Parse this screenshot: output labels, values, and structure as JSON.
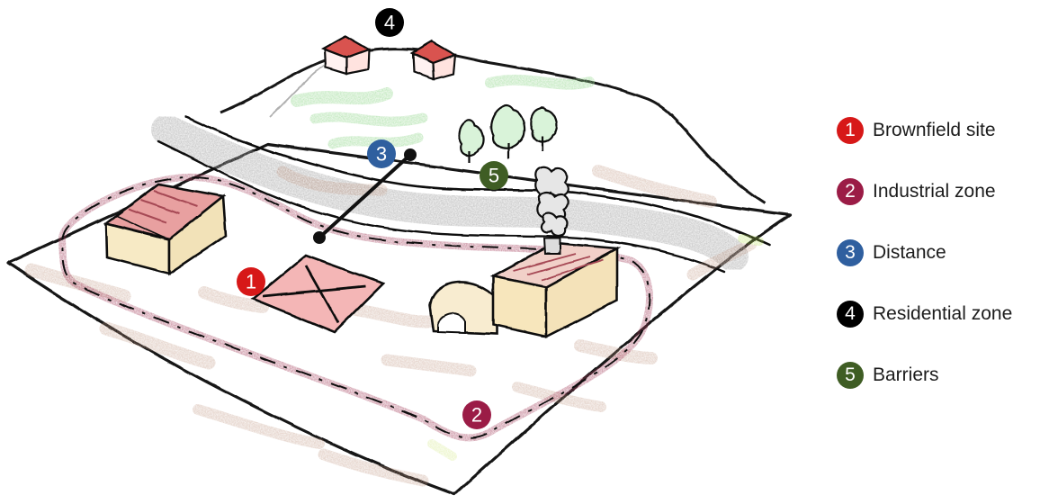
{
  "legend": [
    {
      "number": "1",
      "label": "Brownfield site",
      "color": "#d71818"
    },
    {
      "number": "2",
      "label": "Industrial zone",
      "color": "#9b1c46"
    },
    {
      "number": "3",
      "label": "Distance",
      "color": "#2f5f9f"
    },
    {
      "number": "4",
      "label": "Residential zone",
      "color": "#000000"
    },
    {
      "number": "5",
      "label": "Barriers",
      "color": "#3f5d24"
    }
  ],
  "map_badges": {
    "brownfield": "1",
    "industrial": "2",
    "distance": "3",
    "residential": "4",
    "barriers": "5"
  },
  "colors": {
    "sketch_line": "#111111",
    "road": "#a6a6a6",
    "industrial_boundary": "#a33d5a",
    "green": "#8ad08a",
    "brown_texture": "#c7a08a",
    "roof": "#c84a4a",
    "factory_fill": "#f4e4bd"
  },
  "icons": {
    "brownfield_mark": "x-mark-icon",
    "tree": "tree-icon",
    "house": "house-icon",
    "smoke": "smoke-icon"
  }
}
